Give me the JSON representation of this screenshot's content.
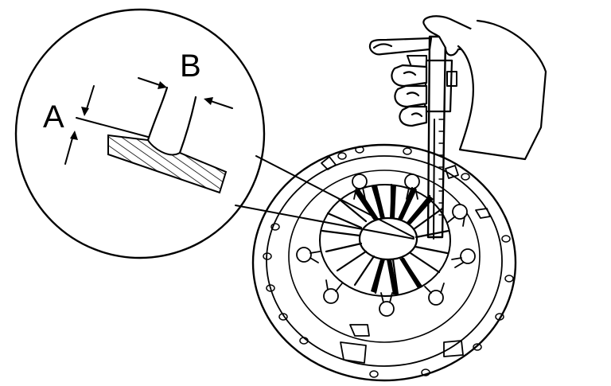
{
  "labels": {
    "a": "A",
    "b": "B"
  },
  "colors": {
    "ink": "#000000",
    "paper": "#ffffff"
  },
  "illustration": {
    "subject": "clutch-pressure-plate",
    "tool": "vernier-caliper",
    "detail": "diaphragm-spring-finger-wear"
  }
}
